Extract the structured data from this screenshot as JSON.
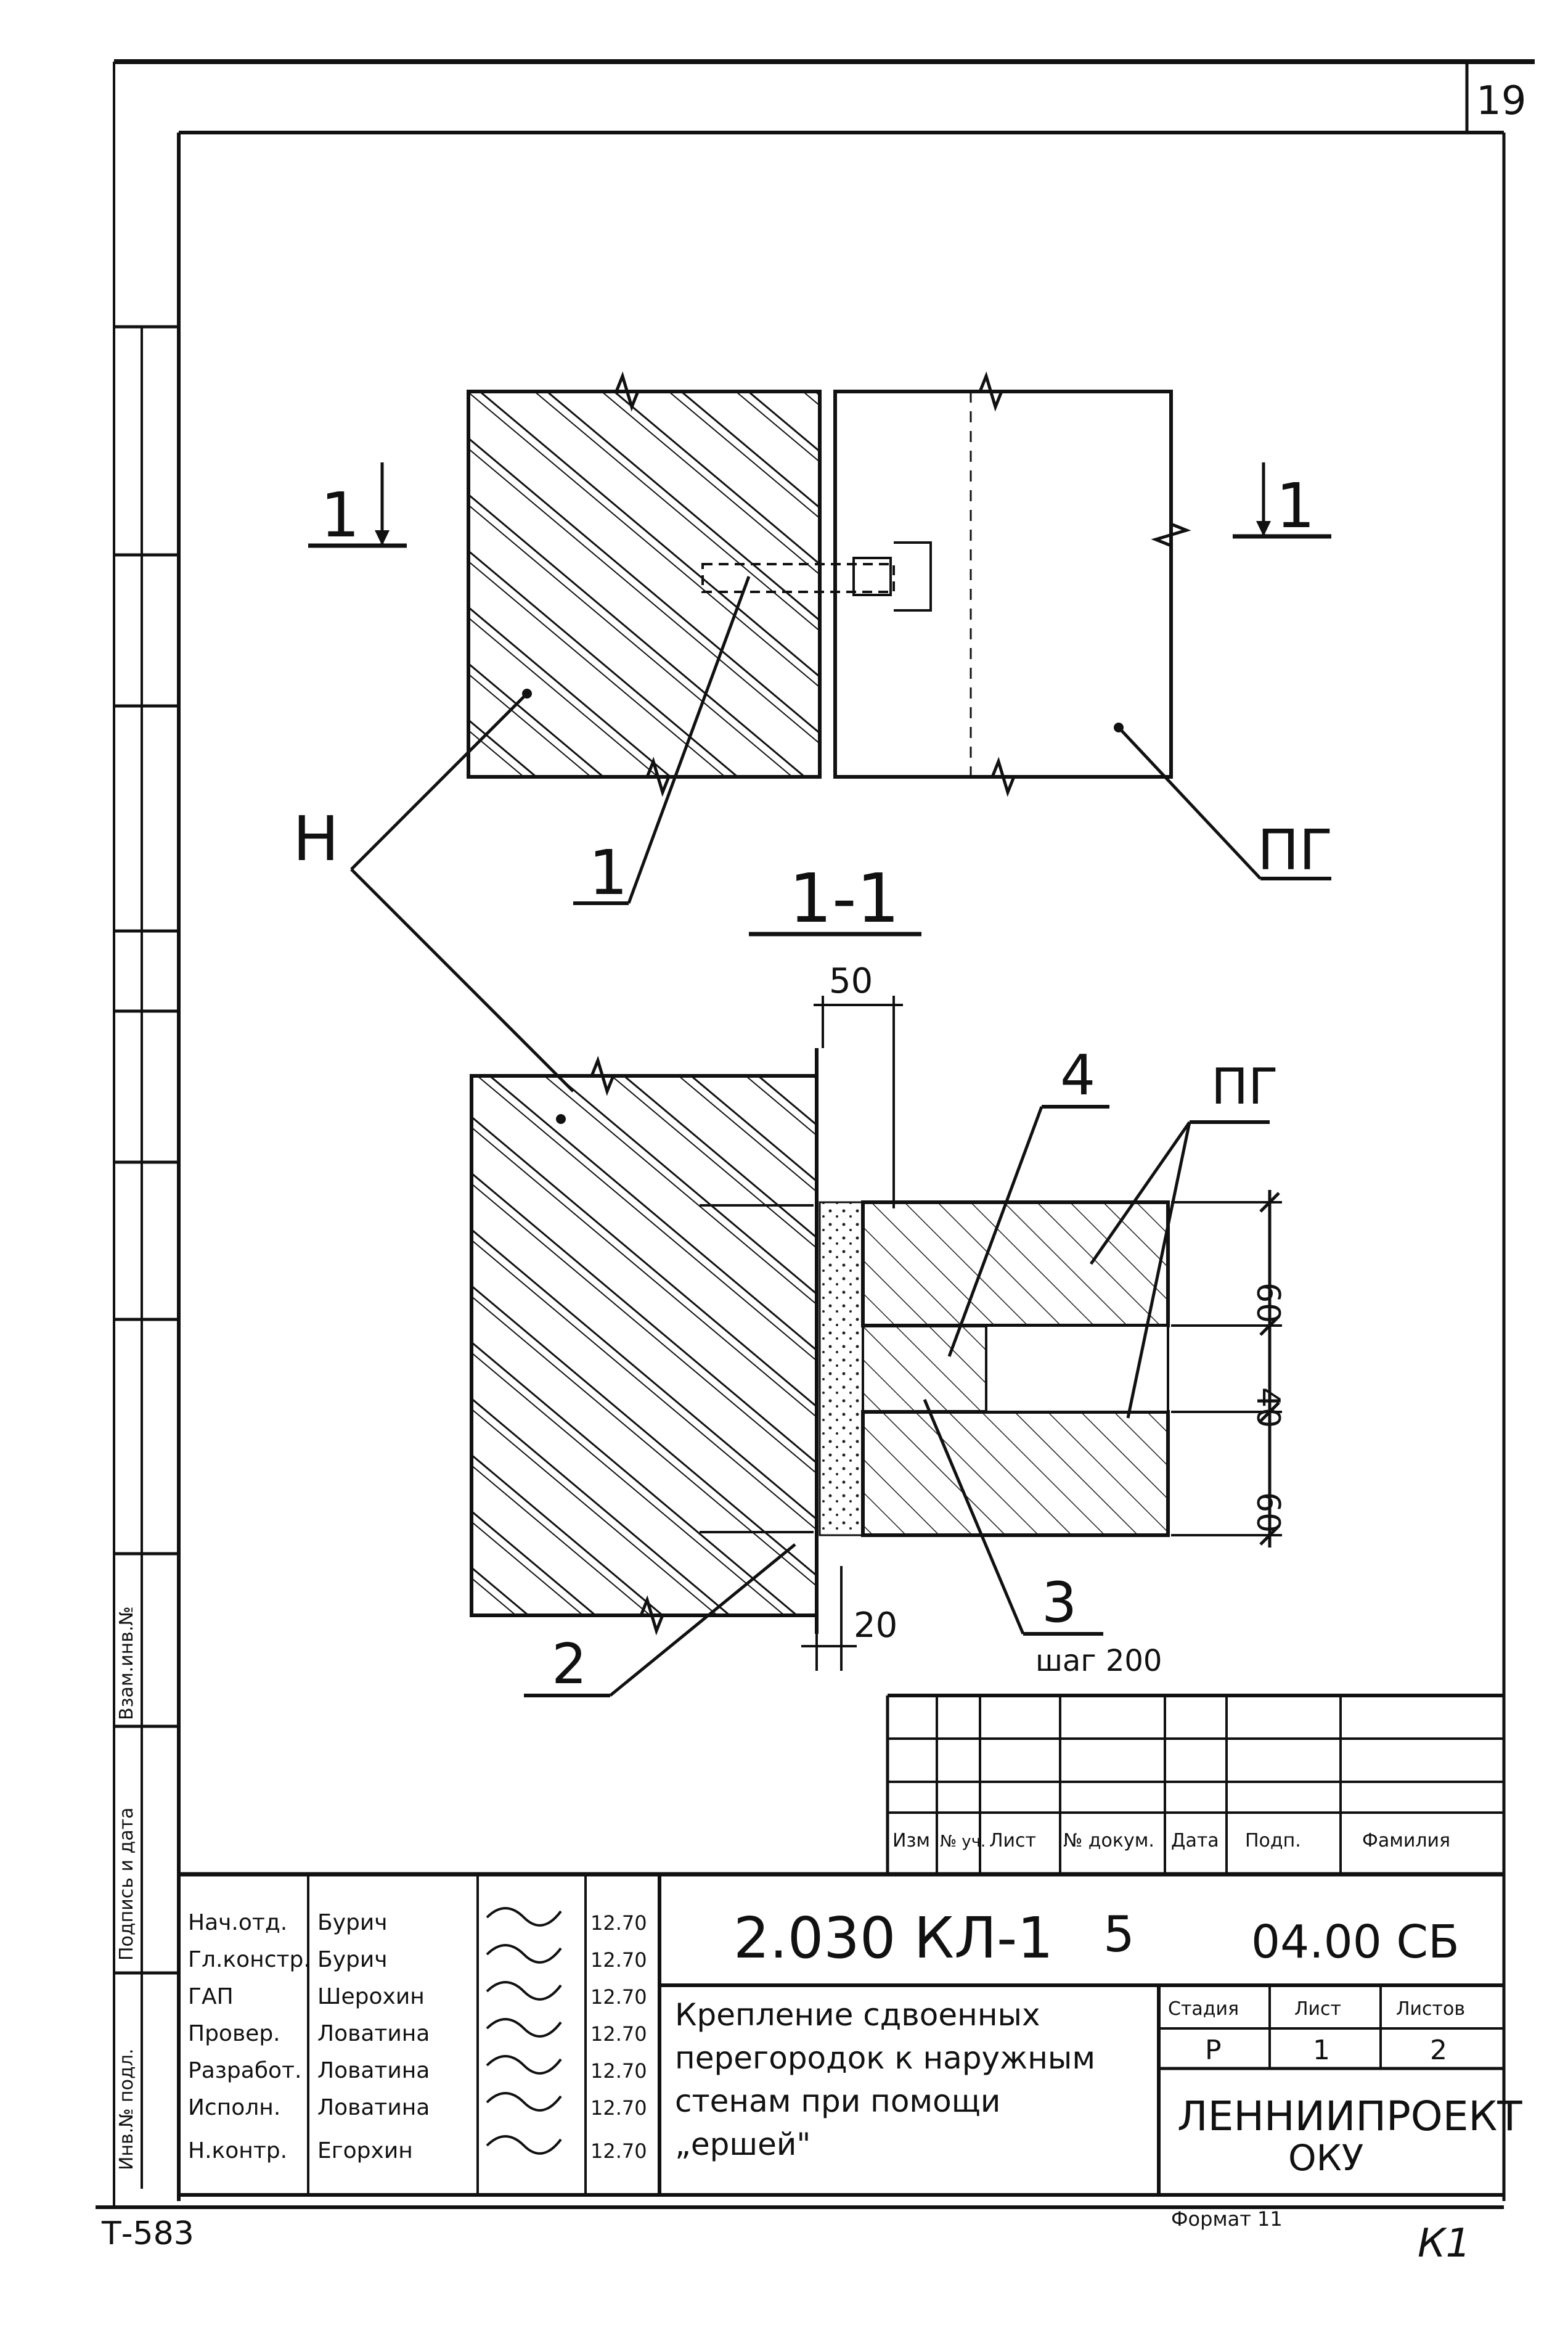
{
  "sheet_number": "19",
  "drawing_top": {
    "section_mark_left": "1",
    "section_mark_right": "1",
    "label_wall": "Н",
    "label_partition": "ПГ",
    "label_item_1": "1"
  },
  "section_view": {
    "title": "1-1",
    "label_wall": "Н",
    "label_partition": "ПГ",
    "callout_4": "4",
    "callout_3": "3",
    "callout_3_note": "шаг 200",
    "callout_2": "2",
    "dim_top": "50",
    "dim_bottom": "20",
    "dim_right_1": "60",
    "dim_right_2": "40",
    "dim_right_3": "60"
  },
  "side_stamp": [
    "Взам.инв.№",
    "Подпись и дата",
    "Инв.№ подл."
  ],
  "revision_table": {
    "headers": [
      "Изм",
      "№ уч.",
      "Лист",
      "№ докум.",
      "Дата",
      "Подп.",
      "Фамилия"
    ]
  },
  "title_block": {
    "code": "2.030 КЛ-1",
    "issue": "5",
    "drawing_number": "04.00 СБ",
    "title_lines": [
      "Крепление сдвоенных",
      "перегородок к наружным",
      "стенам при помощи",
      "„ершей\""
    ],
    "stage_label": "Стадия",
    "sheet_label": "Лист",
    "sheets_label": "Листов",
    "stage_value": "Р",
    "sheet_value": "1",
    "sheets_value": "2",
    "organization_line1": "ЛЕННИИПРОЕКТ",
    "organization_line2": "ОКУ",
    "signatures": [
      {
        "role": "Нач.отд.",
        "name": "Бурич",
        "date": "12.70"
      },
      {
        "role": "Гл.констр.",
        "name": "Бурич",
        "date": "12.70"
      },
      {
        "role": "ГАП",
        "name": "Шерохин",
        "date": "12.70"
      },
      {
        "role": "Провер.",
        "name": "Ловатина",
        "date": "12.70"
      },
      {
        "role": "Разработ.",
        "name": "Ловатина",
        "date": "12.70"
      },
      {
        "role": "Исполн.",
        "name": "Ловатина",
        "date": "12.70"
      },
      {
        "role": "Н.контр.",
        "name": "Егорхин",
        "date": "12.70"
      }
    ]
  },
  "footer": {
    "left_code": "Т-583",
    "format": "Формат 11",
    "handwritten": "К1"
  }
}
